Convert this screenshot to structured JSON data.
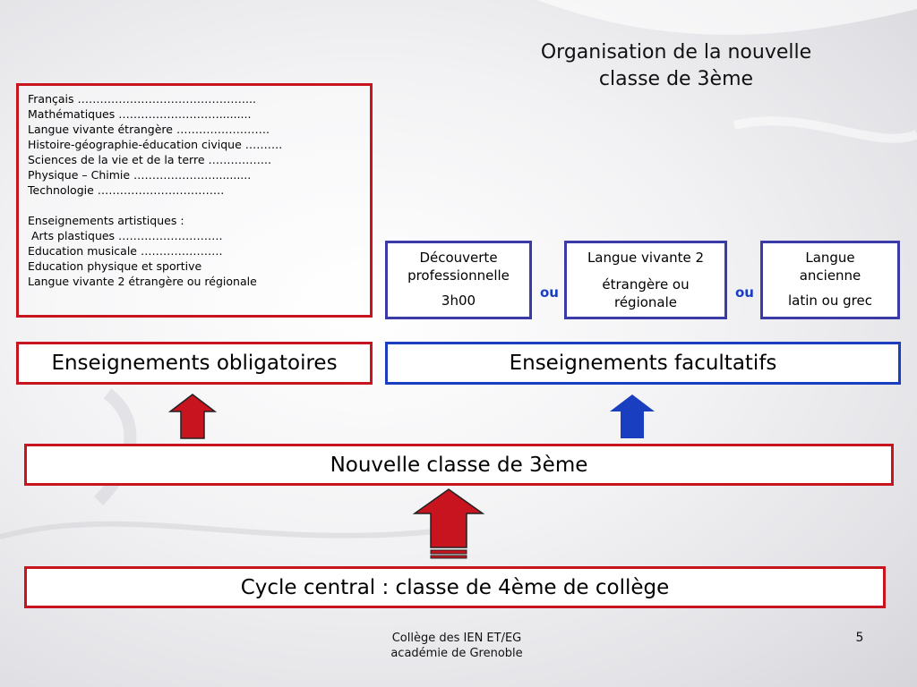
{
  "title": {
    "line1": "Organisation de la nouvelle",
    "line2": "classe de 3ème"
  },
  "subjects": {
    "items": [
      "Français ………………………………………...",
      "Mathématiques ……………………….........",
      "Langue vivante étrangère …………………….",
      "Histoire-géographie-éducation civique ……….",
      "Sciences de la vie et de la terre ……………..",
      "Physique – Chimie …………………...........",
      "Technologie ……………………………."
    ],
    "arts_items": [
      "Enseignements artistiques :",
      " Arts plastiques ……………………….",
      "Education musicale ………………….",
      "Education physique et sportive",
      "Langue vivante 2 étrangère ou régionale"
    ]
  },
  "options": [
    {
      "lines": [
        "Découverte",
        "professionnelle"
      ],
      "detail": "3h00"
    },
    {
      "lines": [
        "Langue vivante 2"
      ],
      "detail_lines": [
        "étrangère ou",
        "régionale"
      ]
    },
    {
      "lines": [
        "Langue",
        "ancienne"
      ],
      "detail": "latin ou grec"
    }
  ],
  "ou_label": "ou",
  "bands": {
    "obligatoires": "Enseignements obligatoires",
    "facultatifs": "Enseignements facultatifs",
    "nouvelle": "Nouvelle classe de 3ème",
    "cycle": "Cycle central : classe de 4ème de collège"
  },
  "colors": {
    "red": "#c8141e",
    "blue": "#1a3ec0",
    "option_border": "#3a3aa8"
  },
  "footer": {
    "line1": "Collège des IEN ET/EG",
    "line2": "académie de Grenoble",
    "page": "5"
  }
}
